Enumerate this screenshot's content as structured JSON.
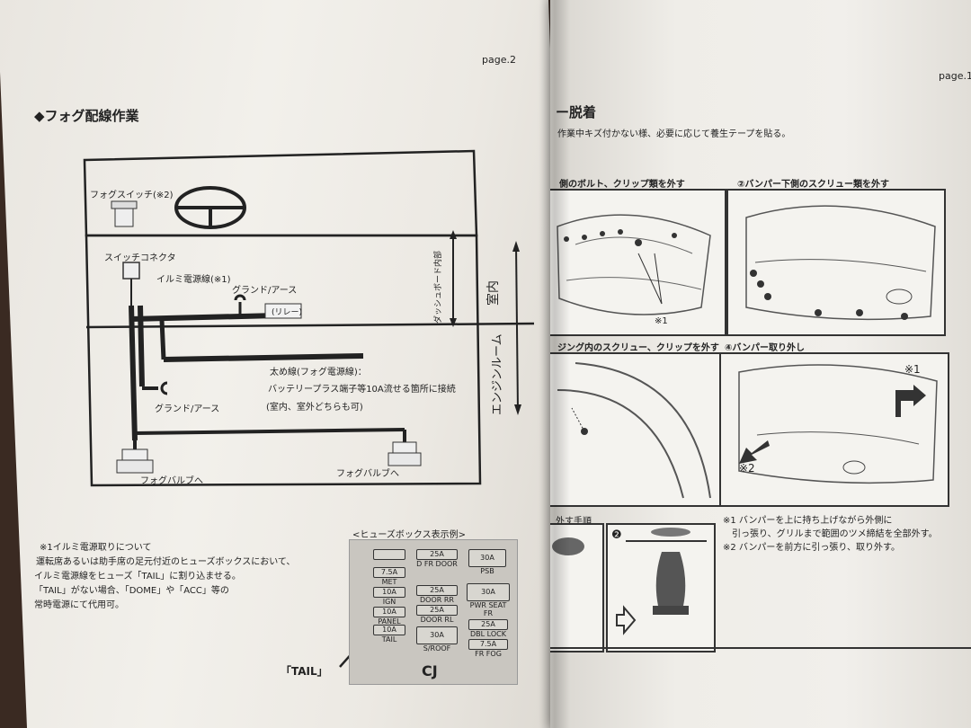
{
  "left_page": {
    "page_number": "page.2",
    "section_title": "◆フォグ配線作業",
    "diagram_labels": {
      "fog_switch": "フォグスイッチ(※2)",
      "switch_connector": "スイッチコネクタ",
      "illumi_power": "イルミ電源線(※1)",
      "ground_upper": "グランド/アース",
      "relay": "(リレー)",
      "dashboard_inside": "ダッシュボード内部",
      "cabin": "室内",
      "engine_room": "エンジンルーム",
      "thick_wire_1": "太め線(フォグ電源線)：",
      "thick_wire_2": "バッテリープラス端子等10A流せる箇所に接続",
      "thick_wire_3": "(室内、室外どちらも可)",
      "ground_lower": "グランド/アース",
      "fog_bulb_left": "フォグバルブへ",
      "fog_bulb_right": "フォグバルブへ"
    },
    "notes": [
      "※1イルミ電源取りについて",
      "運転席あるいは助手席の足元付近のヒューズボックスにおいて、",
      "イルミ電源線をヒューズ「TAIL」に割り込ませる。",
      "「TAIL」がない場合、「DOME」や「ACC」等の",
      "常時電源にて代用可。"
    ],
    "fuse_box": {
      "title": "<ヒューズボックス表示例>",
      "tail_callout": "「TAIL」",
      "bottom_label": "CJ",
      "fuses": [
        {
          "amp": "",
          "name": ""
        },
        {
          "amp": "7.5A",
          "name": "MET"
        },
        {
          "amp": "10A",
          "name": "IGN"
        },
        {
          "amp": "10A",
          "name": "PANEL"
        },
        {
          "amp": "10A",
          "name": "TAIL"
        },
        {
          "amp": "25A",
          "name": "D FR DOOR"
        },
        {
          "amp": "25A",
          "name": "DOOR RR"
        },
        {
          "amp": "25A",
          "name": "DOOR RL"
        },
        {
          "amp": "30A",
          "name": "S/ROOF"
        },
        {
          "amp": "30A",
          "name": "PSB"
        },
        {
          "amp": "30A",
          "name": "PWR SEAT FR"
        },
        {
          "amp": "25A",
          "name": "DBL LOCK"
        },
        {
          "amp": "7.5A",
          "name": "FR FOG"
        }
      ]
    }
  },
  "right_page": {
    "page_number": "page.1",
    "section_title": "ー脱着",
    "intro": "作業中キズ付かない様、必要に応じて養生テープを貼る。",
    "step1": "側のボルト、クリップ類を外す",
    "step2": "②バンパー下側のスクリュー類を外す",
    "step3": "ジング内のスクリュー、クリップを外す",
    "step4": "④バンパー取り外し",
    "mark1": "※1",
    "mark1b": "※1",
    "mark2": "※2",
    "note1a": "※1 バンパーを上に持ち上げながら外側に",
    "note1b": "引っ張り、グリルまで範囲のツメ締結を全部外す。",
    "note2": "※2 バンパーを前方に引っ張り、取り外す。",
    "sub_title": "外す手順",
    "sub_num": "❷"
  }
}
